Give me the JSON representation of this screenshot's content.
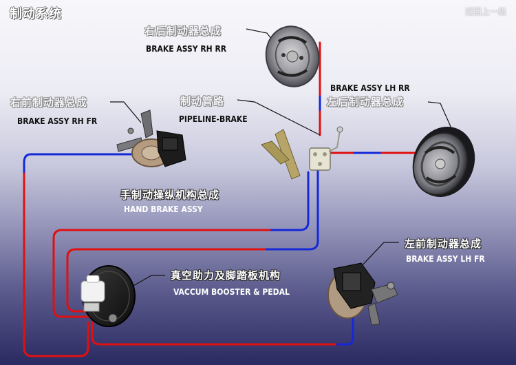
{
  "header": {
    "title": "制动系统",
    "back_link": "返回上一级"
  },
  "components": {
    "brake_rh_rr": {
      "cn": "右后制动器总成",
      "en": "BRAKE ASSY RH  RR"
    },
    "brake_lh_rr": {
      "en": "BRAKE ASSY LH  RR",
      "cn": "左后制动器总成"
    },
    "brake_rh_fr": {
      "cn": "右前制动器总成",
      "en": "BRAKE ASSY RH  FR"
    },
    "pipeline": {
      "cn": "制动管路",
      "en": "PIPELINE-BRAKE"
    },
    "hand_brake": {
      "cn": "手制动操纵机构总成",
      "en": "HAND BRAKE ASSY"
    },
    "brake_lh_fr": {
      "cn": "左前制动器总成",
      "en": "BRAKE ASSY LH  FR"
    },
    "booster": {
      "cn": "真空助力及脚踏板机构",
      "en": "VACCUM BOOSTER  & PEDAL"
    }
  },
  "colors": {
    "pipe_red": "#e01010",
    "pipe_blue": "#1428d8",
    "label_light": "#f4f4f8",
    "label_dark_text": "#111111"
  }
}
